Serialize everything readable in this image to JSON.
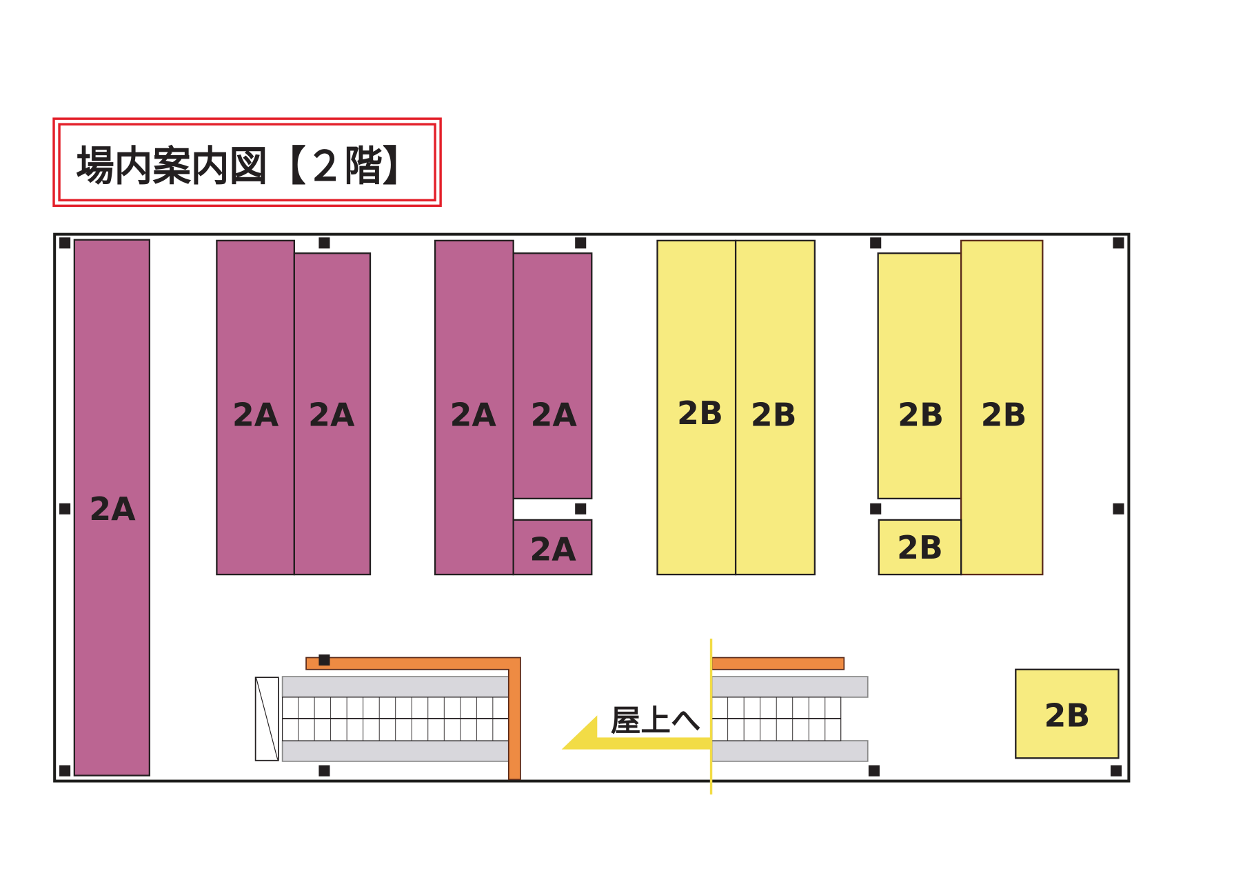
{
  "title": "場内案内図【２階】",
  "rooftop_label": "屋上へ",
  "colors": {
    "zone_2a": "#bb6592",
    "zone_2b": "#f7eb80",
    "title_border": "#e3202a",
    "escalator_rail": "#ee8b43",
    "escalator_side": "#d8d7dc",
    "arrow": "#f2dc46"
  },
  "zones": [
    {
      "label": "2A",
      "group": "2a"
    },
    {
      "label": "2A",
      "group": "2a"
    },
    {
      "label": "2A",
      "group": "2a"
    },
    {
      "label": "2A",
      "group": "2a"
    },
    {
      "label": "2A",
      "group": "2a"
    },
    {
      "label": "2A",
      "group": "2a"
    },
    {
      "label": "2B",
      "group": "2b"
    },
    {
      "label": "2B",
      "group": "2b"
    },
    {
      "label": "2B",
      "group": "2b"
    },
    {
      "label": "2B",
      "group": "2b"
    },
    {
      "label": "2B",
      "group": "2b"
    },
    {
      "label": "2B",
      "group": "2b"
    }
  ],
  "icons": {
    "pillar": "pillar-icon",
    "arrow": "arrow-left-icon",
    "escalator": "escalator-icon"
  }
}
